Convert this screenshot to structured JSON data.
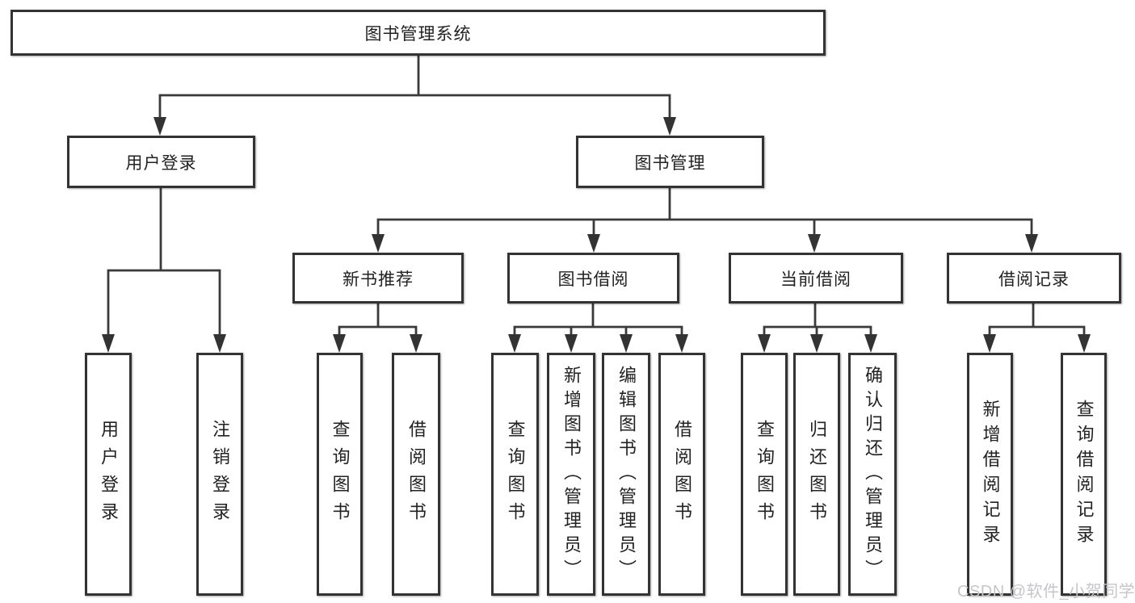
{
  "diagram": {
    "type": "hierarchy-tree",
    "background": "#ffffff",
    "line_color": "#3a3a3a",
    "border_color": "#333333",
    "text_color": "#222222",
    "nodes": {
      "root": "图书管理系统",
      "user_login": "用户登录",
      "book_mgmt": "图书管理",
      "new_book_rec": "新书推荐",
      "book_borrow": "图书借阅",
      "current_borrow": "当前借阅",
      "borrow_records": "借阅记录",
      "ul_user_login": "用户登录",
      "ul_logout": "注销登录",
      "nb_query_books": "查询图书",
      "nb_borrow_books": "借阅图书",
      "bb_query_books": "查询图书",
      "bb_add_books": "新增图书（管理员）",
      "bb_edit_books": "编辑图书（管理员）",
      "bb_borrow_books": "借阅图书",
      "cb_query_books": "查询图书",
      "cb_return_books": "归还图书",
      "cb_confirm_return": "确认归还（管理员）",
      "br_add_record": "新增借阅记录",
      "br_query_record": "查询借阅记录"
    },
    "structure": {
      "root": [
        "user_login",
        "book_mgmt"
      ],
      "user_login": [
        "ul_user_login",
        "ul_logout"
      ],
      "book_mgmt": [
        "new_book_rec",
        "book_borrow",
        "current_borrow",
        "borrow_records"
      ],
      "new_book_rec": [
        "nb_query_books",
        "nb_borrow_books"
      ],
      "book_borrow": [
        "bb_query_books",
        "bb_add_books",
        "bb_edit_books",
        "bb_borrow_books"
      ],
      "current_borrow": [
        "cb_query_books",
        "cb_return_books",
        "cb_confirm_return"
      ],
      "borrow_records": [
        "br_add_record",
        "br_query_record"
      ]
    }
  },
  "watermark": {
    "text": "CSDN @软件_小贺同学",
    "color": "#c6c6ca"
  }
}
